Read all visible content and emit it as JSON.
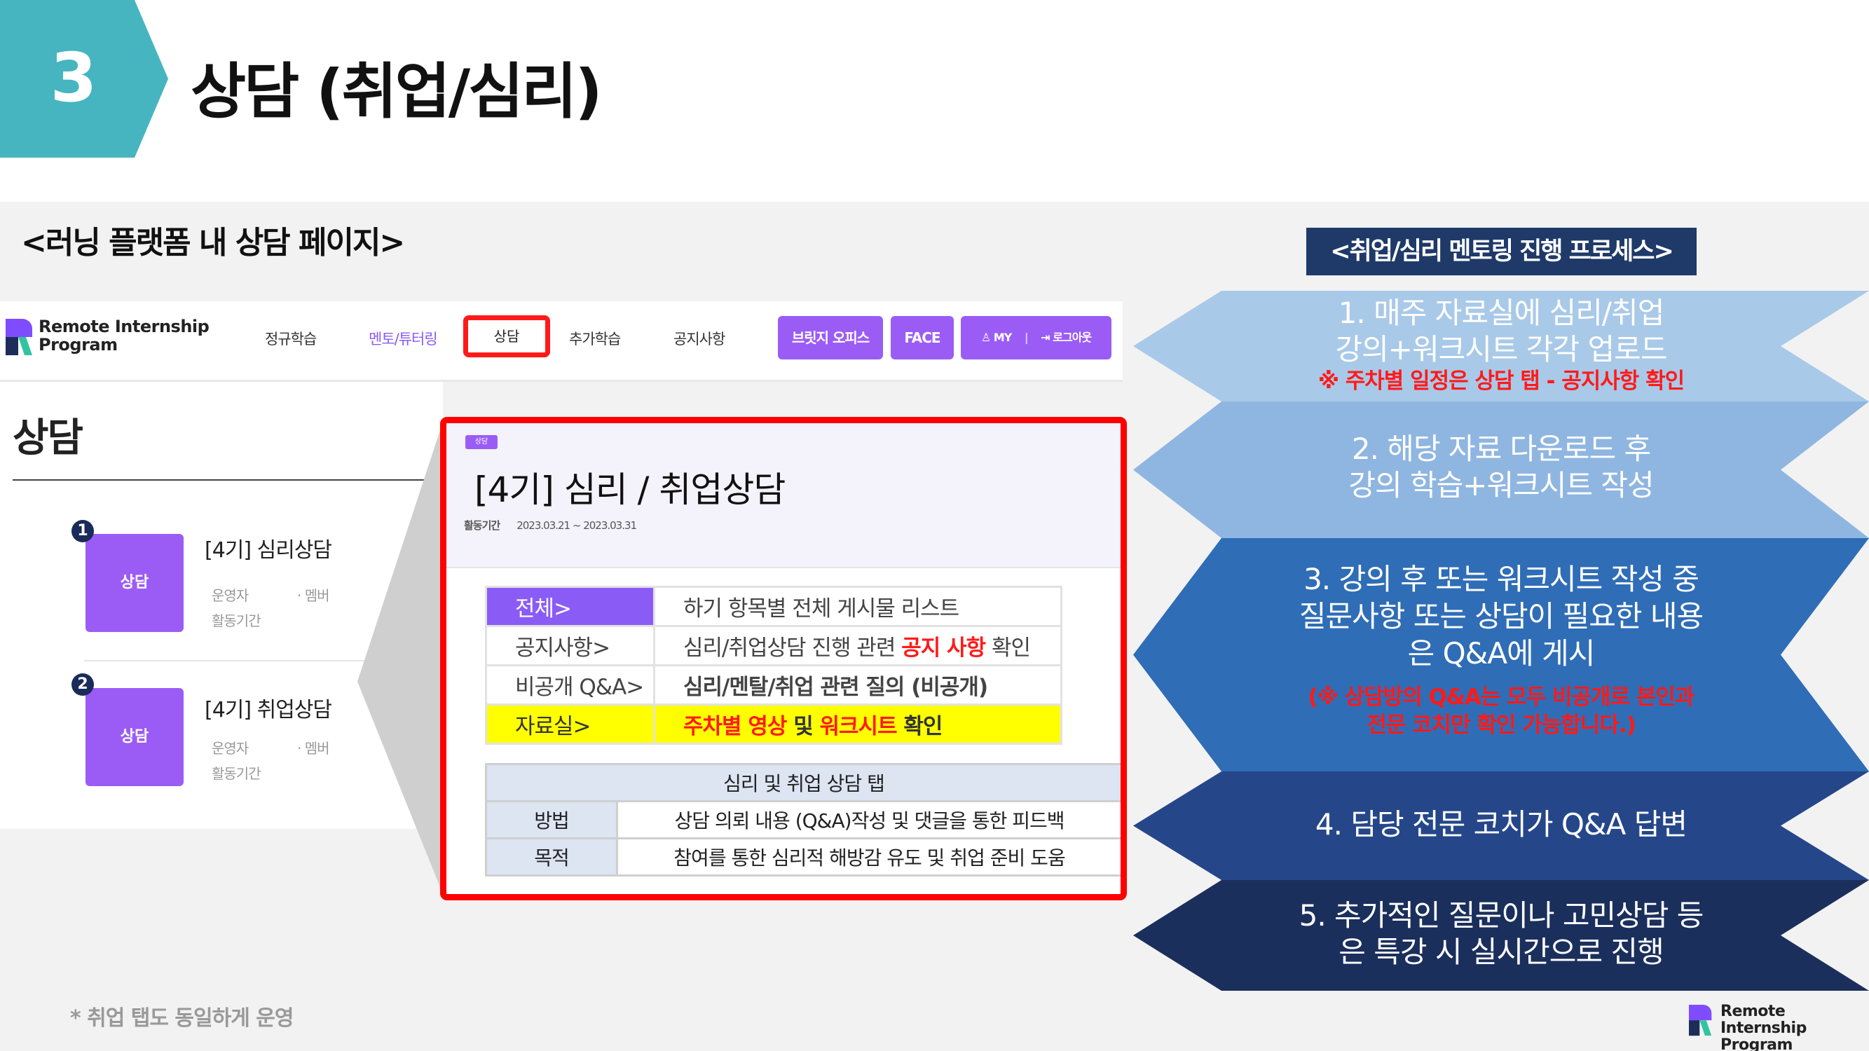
{
  "header": {
    "section_number": "3",
    "title": "상담 (취업/심리)"
  },
  "left_title": "<러닝 플랫폼 내 상담 페이지>",
  "footnote": "* 취업 탭도 동일하게 운영",
  "platform": {
    "logo_line1": "Remote Internship",
    "logo_line2": "Program",
    "nav": [
      "정규학습",
      "멘토/튜터링",
      "상담",
      "추가학습",
      "공지사항"
    ],
    "btn_office": "브릿지 오피스",
    "btn_face": "FACE",
    "btn_my": "MY",
    "btn_logout": "로그아웃",
    "page_heading": "상담",
    "cards": [
      {
        "num": "1",
        "thumb": "상담",
        "title": "[4기] 심리상담",
        "meta1": "운영자",
        "meta2": "· 멤버",
        "meta3": "활동기간"
      },
      {
        "num": "2",
        "thumb": "상담",
        "title": "[4기] 취업상담",
        "meta1": "운영자",
        "meta2": "· 멤버",
        "meta3": "활동기간"
      }
    ]
  },
  "detail": {
    "tag": "상담",
    "title": "[4기] 심리 / 취업상담",
    "period_label": "활동기간",
    "period": "2023.03.21 ~ 2023.03.31",
    "categories": [
      {
        "key": "전체>",
        "desc": "하기 항목별 전체 게시물 리스트"
      },
      {
        "key": "공지사항>",
        "desc_a": "심리/취업상담 진행 관련 ",
        "desc_b": "공지 사항",
        "desc_c": " 확인"
      },
      {
        "key": "비공개 Q&A>",
        "desc": "심리/멘탈/취업 관련 질의 (비공개)"
      },
      {
        "key": "자료실>",
        "desc_a": "주차별 영상",
        "desc_b": " 및 ",
        "desc_c": "워크시트",
        "desc_d": " 확인"
      }
    ],
    "tab_table": {
      "header": "심리 및 취업 상담 탭",
      "rows": [
        {
          "key": "방법",
          "value": "상담 의뢰 내용 (Q&A)작성 및 댓글을 통한 피드백"
        },
        {
          "key": "목적",
          "value": "참여를 통한 심리적 해방감 유도 및 취업 준비 도움"
        }
      ]
    }
  },
  "process": {
    "title": "<취업/심리 멘토링 진행 프로세스>",
    "steps": [
      {
        "line1": "1. 매주 자료실에 심리/취업",
        "line2": "강의+워크시트 각각 업로드",
        "note": "※ 주차별 일정은 상담 탭 - 공지사항 확인",
        "color": "#a9c9e8"
      },
      {
        "line1": "2. 해당 자료 다운로드 후",
        "line2": "강의 학습+워크시트 작성",
        "color": "#8fb6e0"
      },
      {
        "line1": "3. 강의 후 또는 워크시트 작성 중",
        "line2": "질문사항 또는 상담이 필요한 내용",
        "line3": "은 Q&A에 게시",
        "note1": "(※ 상담방의 Q&A는 모두 비공개로 본인과",
        "note2": "전문 코치만 확인 가능합니다.)",
        "color": "#2f6db6"
      },
      {
        "line1": "4. 담당 전문 코치가 Q&A 답변",
        "color": "#25478a"
      },
      {
        "line1": "5. 추가적인 질문이나 고민상담 등",
        "line2": "은 특강 시 실시간으로 진행",
        "color": "#1b2f5c"
      }
    ]
  },
  "footer_logo": {
    "line1": "Remote Internship",
    "line2": "Program"
  }
}
